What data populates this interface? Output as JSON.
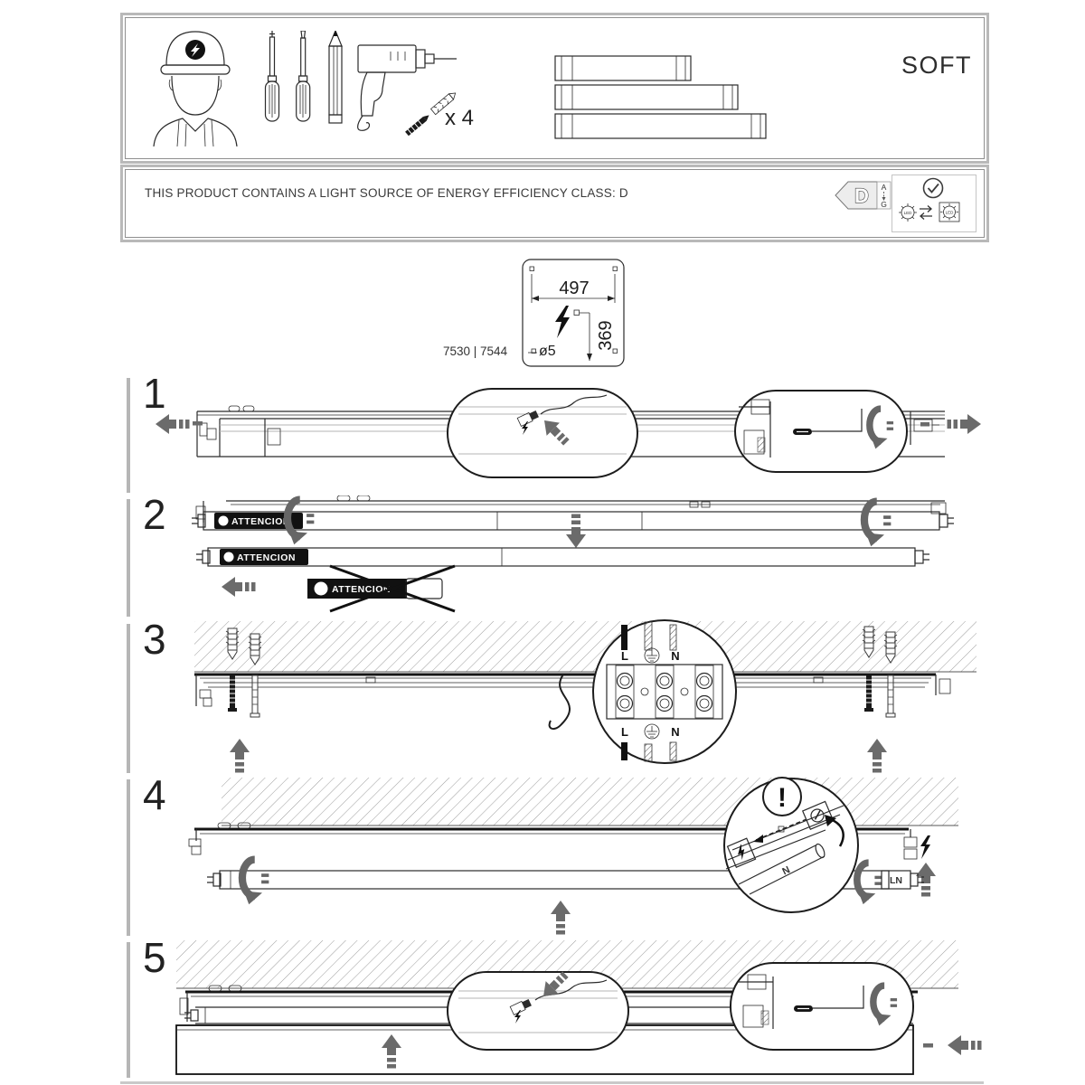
{
  "header": {
    "brand": "SOFT",
    "anchors_count": "x 4",
    "icons": [
      "installer-icon",
      "screwdriver-phillips-icon",
      "screwdriver-flat-icon",
      "pencil-icon",
      "drill-icon",
      "wall-plug-screw-icon",
      "fixture-length-variants-icon"
    ]
  },
  "energy": {
    "notice": "THIS PRODUCT CONTAINS A LIGHT SOURCE OF ENERGY EFFICIENCY CLASS: D",
    "class_letter": "D",
    "scale_top": "A",
    "scale_bottom": "G",
    "led": "LED"
  },
  "template_plate": {
    "width": "497",
    "height": "369",
    "hole_diameter": "ø5",
    "product_codes": "7530 | 7544"
  },
  "steps": {
    "s1": "1",
    "s2": "2",
    "s3": "3",
    "s4": "4",
    "s5": "5"
  },
  "labels": {
    "attention": "ATTENCION"
  },
  "wiring": {
    "live": "L",
    "neutral": "N",
    "warning": "!",
    "tube_marking": "LN",
    "tube_neutral": "N"
  }
}
